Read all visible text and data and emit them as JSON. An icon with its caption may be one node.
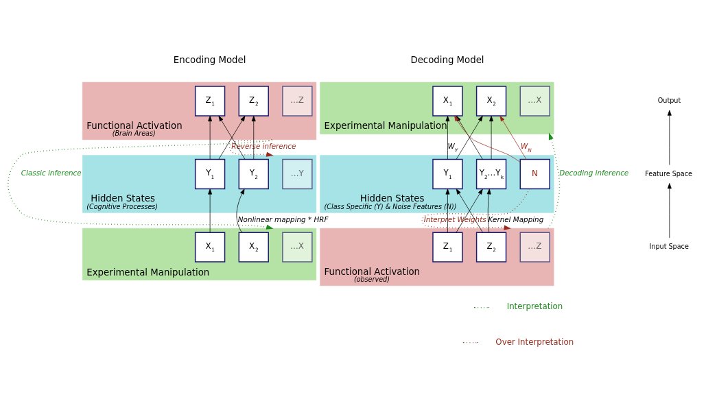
{
  "diagram": {
    "nodes": [
      {
        "text": [
          "Functional Activation",
          "(Brain Areas)"
        ]
      },
      {
        "text": [
          "Z$_{1}$"
        ],
        "in": 0
      },
      {
        "text": [
          "Z$_{2}$"
        ],
        "in": 0
      },
      {
        "text": [
          "…Z"
        ],
        "in": 0
      },
      {
        "text": [
          "Hidden States",
          "(Cognitive Processes)"
        ]
      },
      {
        "text": [
          "Y$_{1}$"
        ],
        "in": 4
      },
      {
        "text": [
          "Y$_{2}$"
        ],
        "in": 4
      },
      {
        "text": [
          "…Y"
        ],
        "in": 4
      },
      {
        "text": [
          "Experimental Manipulation"
        ]
      },
      {
        "text": [
          "X$_{1}$"
        ],
        "in": 8
      },
      {
        "text": [
          "X$_{2}$"
        ],
        "in": 8
      },
      {
        "text": [
          "…X"
        ],
        "in": 8
      },
      {
        "text": [
          "Experimental Manipulation"
        ]
      },
      {
        "text": [
          "X$_{1}$"
        ],
        "in": 12
      },
      {
        "text": [
          "X$_{2}$"
        ],
        "in": 12
      },
      {
        "text": [
          "…X"
        ],
        "in": 12
      },
      {
        "text": [
          "Hidden States",
          "(Class Specific (Y) & Noise Features (N))"
        ]
      },
      {
        "text": [
          "Y$_{1}$"
        ],
        "in": 16
      },
      {
        "text": [
          "Y$_{2}$…Y$_{k}$"
        ],
        "in": 16
      },
      {
        "text": [
          "N"
        ],
        "in": 16
      },
      {
        "text": [
          "Functional Activation",
          "(observed)"
        ]
      },
      {
        "text": [
          "Z$_{1}$"
        ],
        "in": 20
      },
      {
        "text": [
          "Z$_{2}$"
        ],
        "in": 20
      },
      {
        "text": [
          "…Z"
        ],
        "in": 20
      },
      {
        "text": [
          "Output"
        ]
      },
      {
        "text": [
          "Feature Space"
        ]
      },
      {
        "text": [
          "Input Space"
        ]
      }
    ],
    "edges": [
      {
        "from": 5,
        "to": 1,
        "arrow": "to"
      },
      {
        "from": 5,
        "to": 2,
        "arrow": "to"
      },
      {
        "from": 6,
        "to": 1,
        "arrow": "to"
      },
      {
        "from": 6,
        "to": 2,
        "arrow": "to"
      },
      {
        "from": 9,
        "to": 5,
        "arrow": "to"
      },
      {
        "from": 10,
        "to": 6,
        "arrow": "to",
        "label": "Nonlinear mapping * HRF"
      },
      {
        "from": 0,
        "to": 8,
        "arrow": "to",
        "label": "Classic inference",
        "style": "dashed",
        "color": "#1e8c1e"
      },
      {
        "from": 0,
        "to": 4,
        "arrow": "to",
        "label": "Reverse inference",
        "style": "dashed",
        "color": "#9b2a1a"
      },
      {
        "from": 17,
        "to": 13,
        "arrow": "to",
        "label": "W$_{Y}$"
      },
      {
        "from": 17,
        "to": 14,
        "arrow": "to"
      },
      {
        "from": 18,
        "to": 13,
        "arrow": "to"
      },
      {
        "from": 18,
        "to": 14,
        "arrow": "to"
      },
      {
        "from": 19,
        "to": 13,
        "arrow": "to",
        "color": "#9b2a1a"
      },
      {
        "from": 19,
        "to": 14,
        "arrow": "to",
        "label": "W$_{N}$",
        "color": "#9b2a1a"
      },
      {
        "from": 21,
        "to": 17,
        "arrow": "to"
      },
      {
        "from": 21,
        "to": 18,
        "arrow": "to"
      },
      {
        "from": 22,
        "to": 17,
        "arrow": "to"
      },
      {
        "from": 22,
        "to": 18,
        "arrow": "to",
        "label": "Kernel Mapping"
      },
      {
        "from": 20,
        "to": 12,
        "arrow": "to",
        "label": "Decoding inference",
        "style": "dashed",
        "color": "#1e8c1e"
      },
      {
        "from": 19,
        "to": 20,
        "arrow": "to",
        "label": "Interpret Weights",
        "style": "dashed",
        "color": "#9b2a1a"
      },
      {
        "from": 26,
        "to": 25,
        "arrow": "to"
      },
      {
        "from": 25,
        "to": 24,
        "arrow": "to"
      }
    ],
    "labels": [
      "Encoding Model",
      "Decoding Model"
    ],
    "legend": [
      {
        "text": "Interpretation"
      },
      {
        "text": "Over Interpretation"
      }
    ]
  }
}
